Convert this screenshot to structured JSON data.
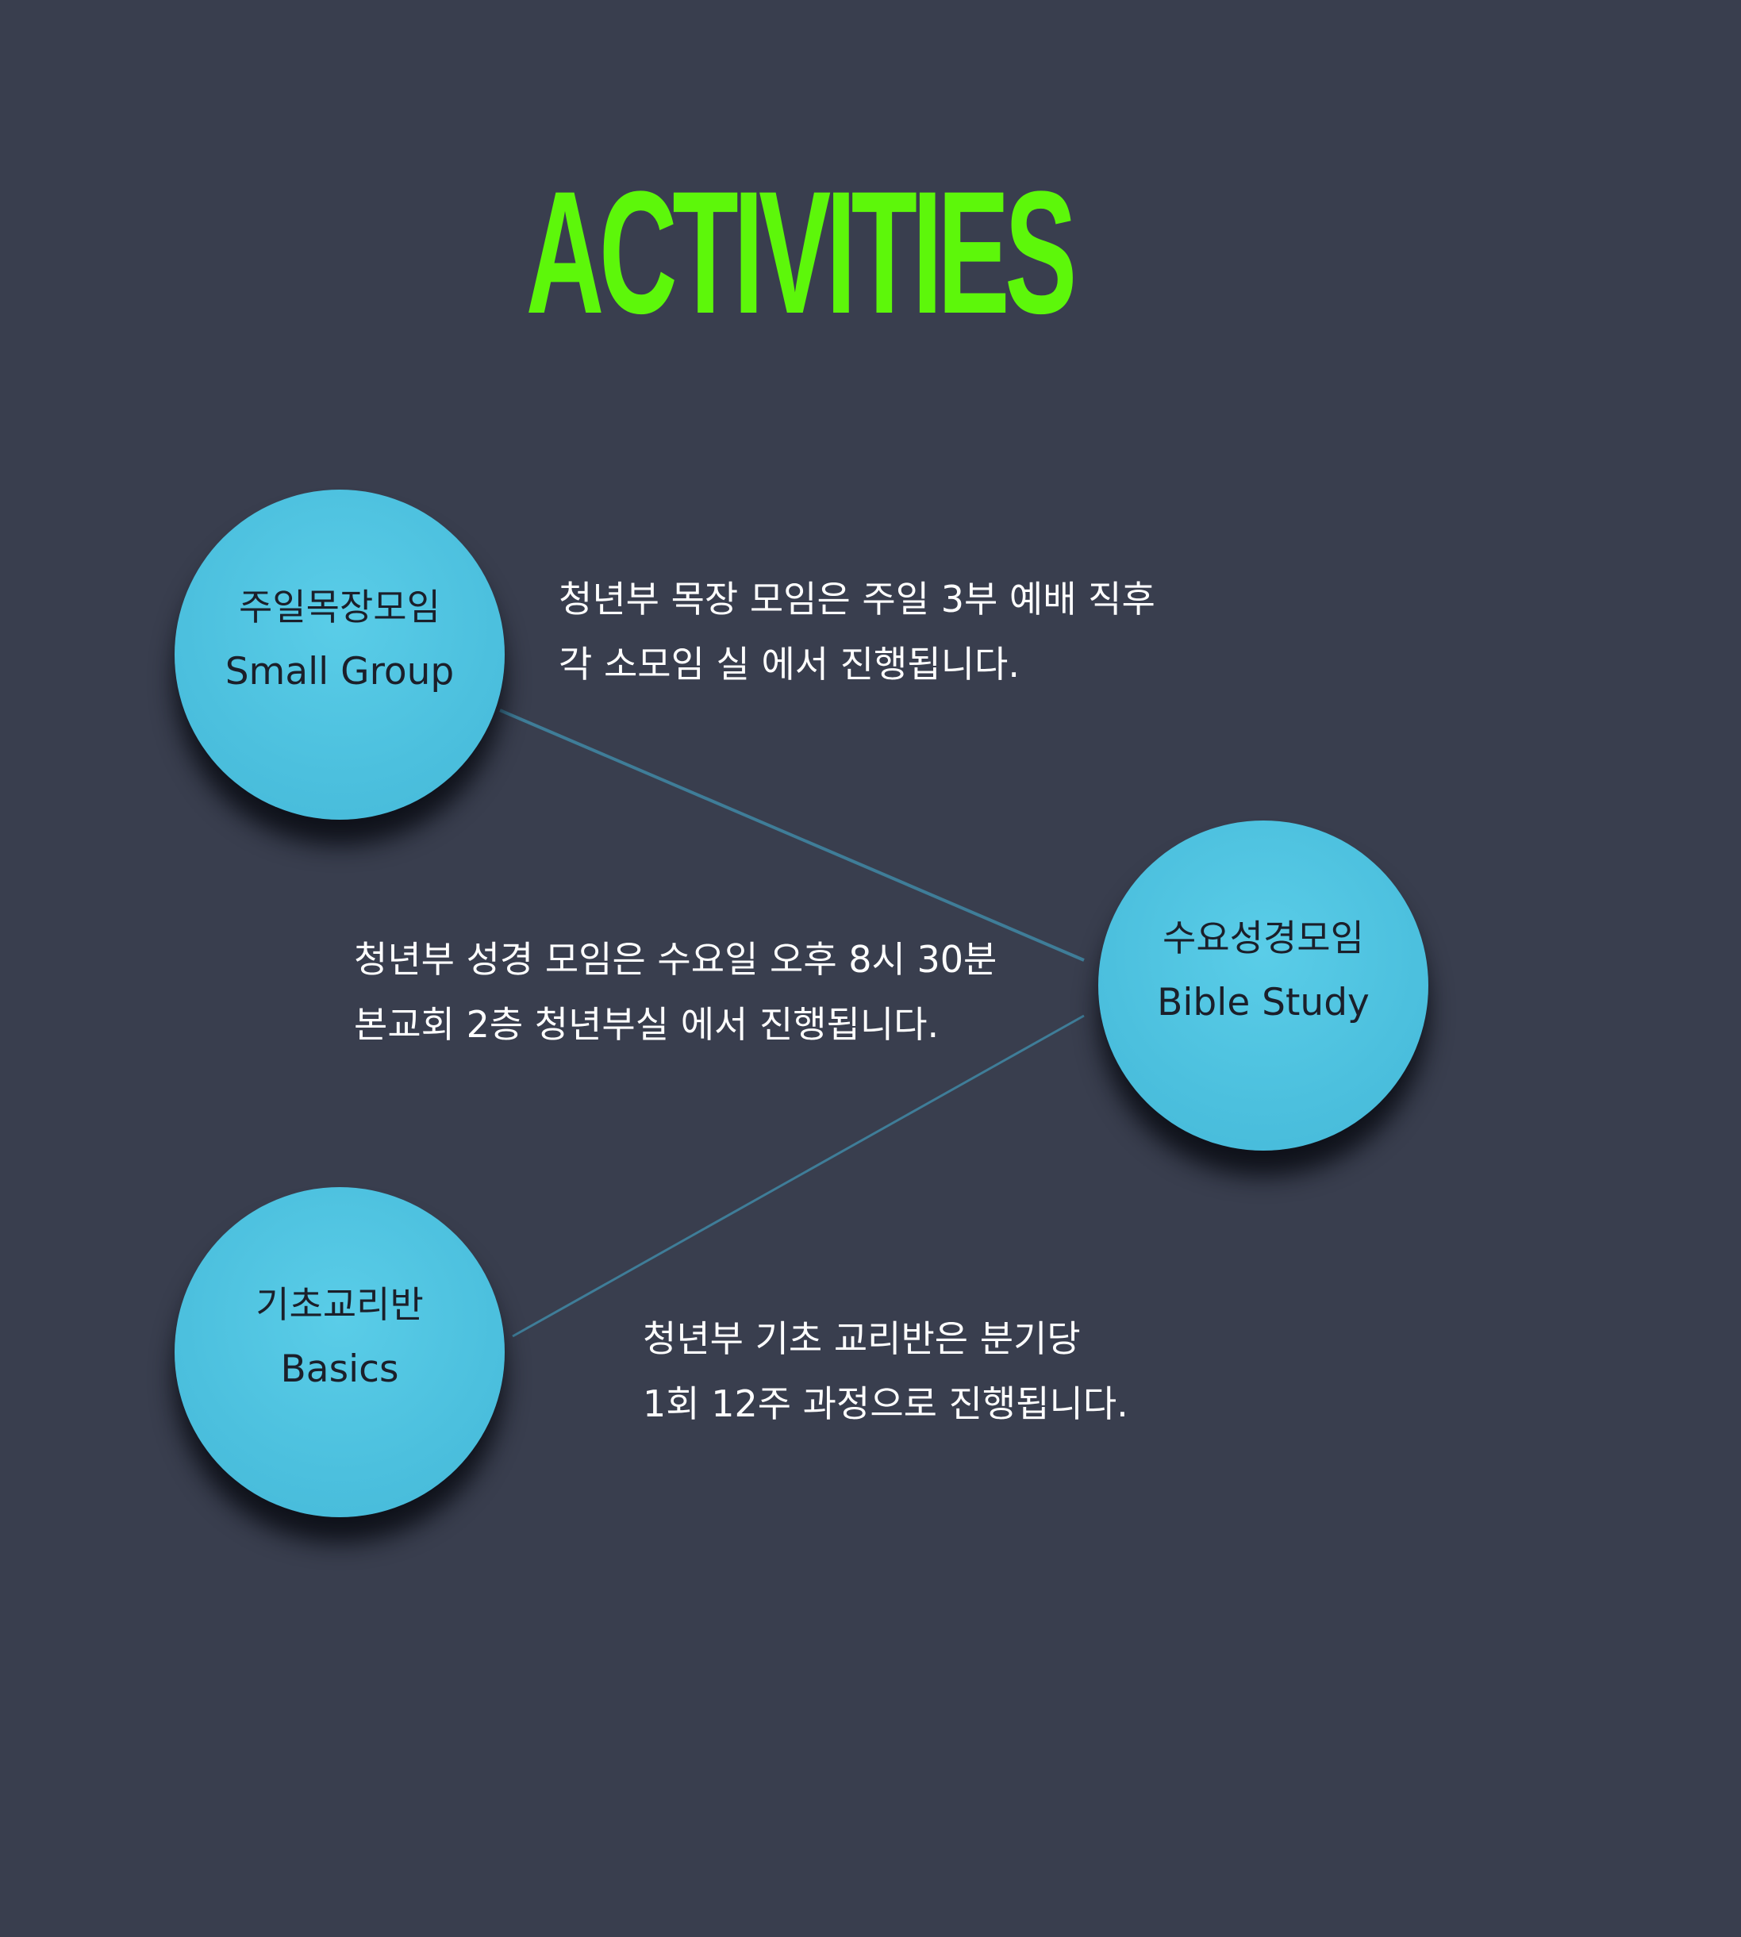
{
  "title": "ACTIVITIES",
  "colors": {
    "background": "#393e4e",
    "title": "#5df70a",
    "node_fill": "#4cc0de",
    "node_text": "#1b1f2a",
    "body_text": "#ffffff",
    "connector": "#3f7d98"
  },
  "nodes": {
    "small_group": {
      "label_ko": "주일목장모임",
      "label_en": "Small Group"
    },
    "bible_study": {
      "label_ko": "수요성경모임",
      "label_en": "Bible Study"
    },
    "basics": {
      "label_ko": "기초교리반",
      "label_en": "Basics"
    }
  },
  "descriptions": {
    "small_group": [
      "청년부 목장 모임은 주일 3부 예배 직후",
      "각 소모임 실 에서 진행됩니다."
    ],
    "bible_study": [
      "청년부 성경 모임은 수요일 오후 8시 30분",
      "본교회 2층 청년부실 에서 진행됩니다."
    ],
    "basics": [
      "청년부 기초 교리반은 분기당",
      "1회 12주 과정으로 진행됩니다."
    ]
  }
}
